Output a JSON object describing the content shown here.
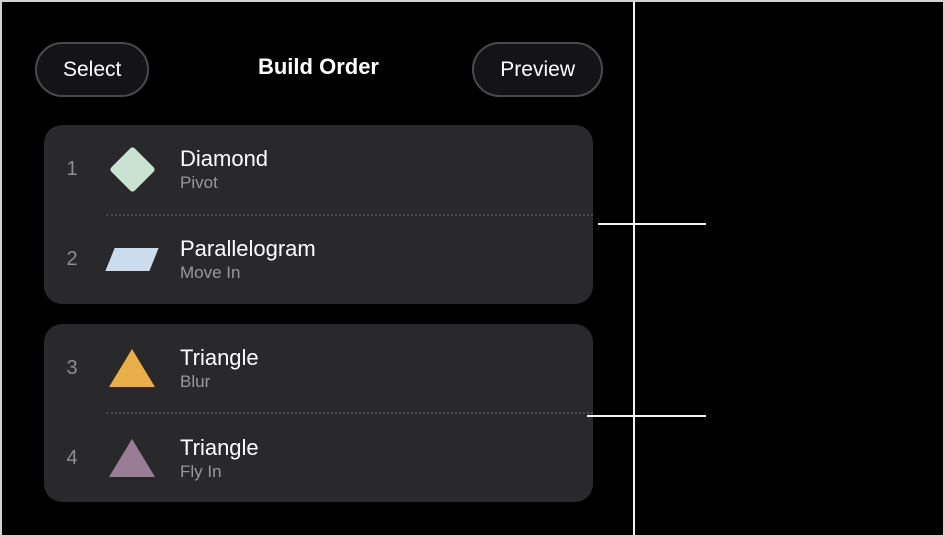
{
  "header": {
    "select_button": "Select",
    "title": "Build Order",
    "preview_button": "Preview"
  },
  "groups": [
    {
      "items": [
        {
          "number": "1",
          "shape": "diamond",
          "color": "#c9e2d1",
          "title": "Diamond",
          "effect": "Pivot"
        },
        {
          "number": "2",
          "shape": "parallelogram",
          "color": "#cbdcec",
          "title": "Parallelogram",
          "effect": "Move In"
        }
      ]
    },
    {
      "items": [
        {
          "number": "3",
          "shape": "triangle",
          "color": "#e7ae49",
          "title": "Triangle",
          "effect": "Blur"
        },
        {
          "number": "4",
          "shape": "triangle",
          "color": "#997d95",
          "title": "Triangle",
          "effect": "Fly In"
        }
      ]
    }
  ],
  "colors": {
    "background": "#000000",
    "card": "#29292b",
    "text_primary": "#ffffff",
    "text_secondary": "#98989d",
    "callout_line": "#f2f2f2"
  }
}
